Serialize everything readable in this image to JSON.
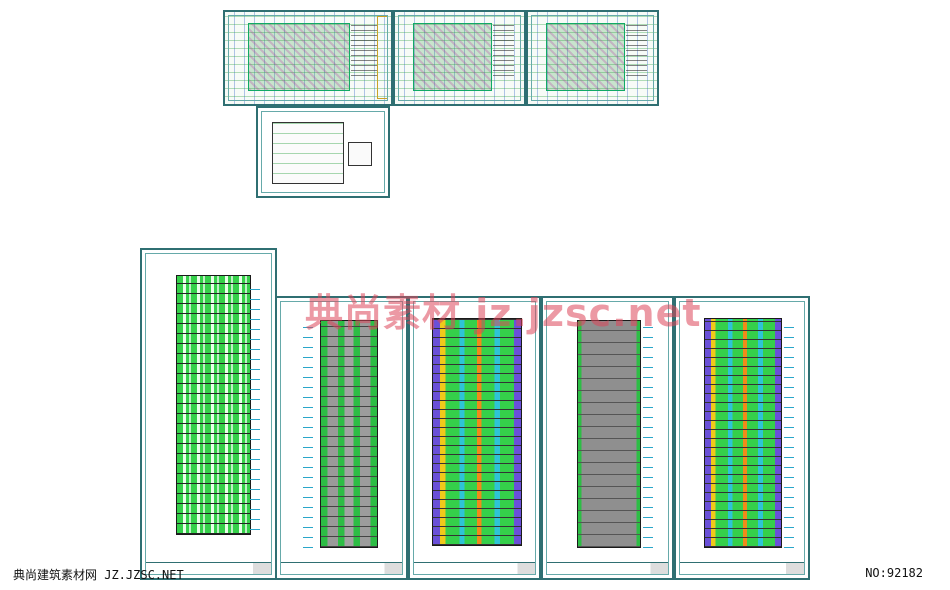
{
  "watermark": {
    "text": "典尚素材  jz.jzsc.net"
  },
  "footer": {
    "left_text": "典尚建筑素材网 JZ.JZSC.NET",
    "right_text": "NO:92182"
  },
  "sheets": {
    "floor_plans": [
      {
        "id": "plan-1"
      },
      {
        "id": "plan-2"
      },
      {
        "id": "plan-3"
      },
      {
        "id": "plan-4"
      }
    ],
    "elevations": [
      {
        "id": "section"
      },
      {
        "id": "elevation-1"
      },
      {
        "id": "elevation-2"
      },
      {
        "id": "elevation-3"
      },
      {
        "id": "elevation-4"
      }
    ]
  },
  "colors": {
    "frame": "#2f6f72",
    "green": "#35d04a",
    "gray": "#9a9a9a",
    "watermark": "#dc465a"
  }
}
